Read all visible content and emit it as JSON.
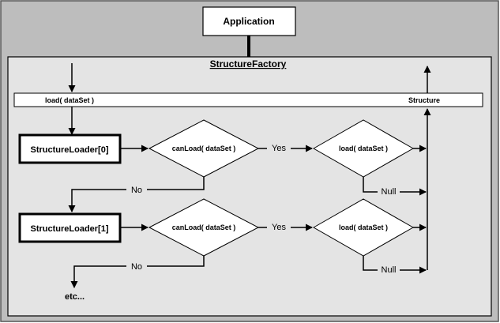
{
  "application": {
    "label": "Application"
  },
  "factory": {
    "title": "StructureFactory"
  },
  "bar": {
    "input_label": "load( dataSet )",
    "output_label": "Structure"
  },
  "loaders": [
    {
      "label": "StructureLoader[0]",
      "can_load": "canLoad( dataSet )",
      "load": "load( dataSet )",
      "yes": "Yes",
      "no": "No",
      "null": "Null"
    },
    {
      "label": "StructureLoader[1]",
      "can_load": "canLoad( dataSet )",
      "load": "load( dataSet )",
      "yes": "Yes",
      "no": "No",
      "null": "Null"
    }
  ],
  "continuation": {
    "label": "etc..."
  },
  "colors": {
    "outer_bg": "#bdbdbd",
    "factory_bg": "#e4e4e4",
    "box_fill": "#ffffff",
    "stroke": "#000000"
  }
}
